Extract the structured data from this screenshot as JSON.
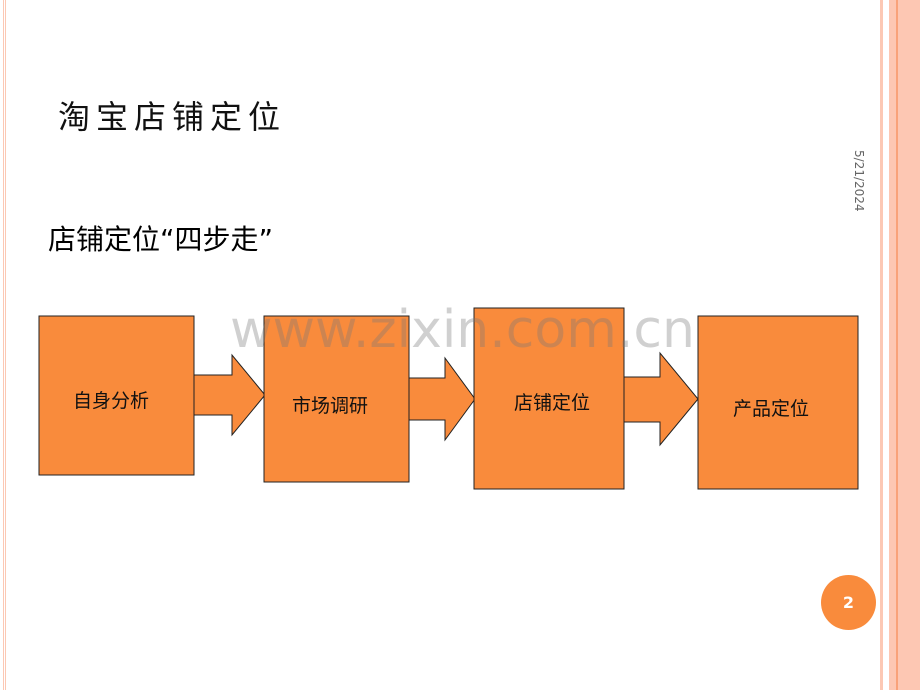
{
  "slide": {
    "title": "淘宝店铺定位",
    "date": "5/21/2024",
    "subtitle": "店铺定位“四步走”",
    "watermark": "www.zixin.com.cn",
    "page_number": "2",
    "steps": [
      "自身分析",
      "市场调研",
      "店铺定位",
      "产品定位"
    ]
  },
  "colors": {
    "box_fill": "#f98b3c",
    "accent_light": "#fdc7b3"
  }
}
